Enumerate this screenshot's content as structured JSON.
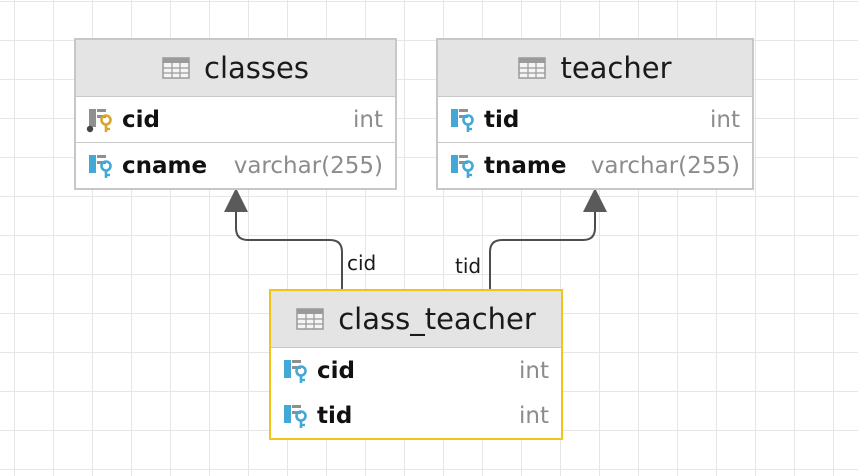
{
  "tables": {
    "classes": {
      "name": "classes",
      "columns": [
        {
          "name": "cid",
          "type": "int",
          "icon": "primary-key-column-icon"
        },
        {
          "name": "cname",
          "type": "varchar(255)",
          "icon": "indexed-column-icon"
        }
      ]
    },
    "teacher": {
      "name": "teacher",
      "columns": [
        {
          "name": "tid",
          "type": "int",
          "icon": "indexed-column-icon"
        },
        {
          "name": "tname",
          "type": "varchar(255)",
          "icon": "indexed-column-icon"
        }
      ]
    },
    "class_teacher": {
      "name": "class_teacher",
      "columns": [
        {
          "name": "cid",
          "type": "int",
          "icon": "indexed-column-icon"
        },
        {
          "name": "tid",
          "type": "int",
          "icon": "indexed-column-icon"
        }
      ]
    }
  },
  "relations": {
    "to_classes": {
      "label": "cid",
      "from": "class_teacher",
      "to": "classes"
    },
    "to_teacher": {
      "label": "tid",
      "from": "class_teacher",
      "to": "teacher"
    }
  },
  "colors": {
    "selection_border": "#f0c419",
    "table_border": "#c7c7c7",
    "header_fill": "#e4e4e4",
    "key_gold": "#d9a62b",
    "key_blue": "#42a8d8",
    "edge": "#4d4d4d"
  }
}
